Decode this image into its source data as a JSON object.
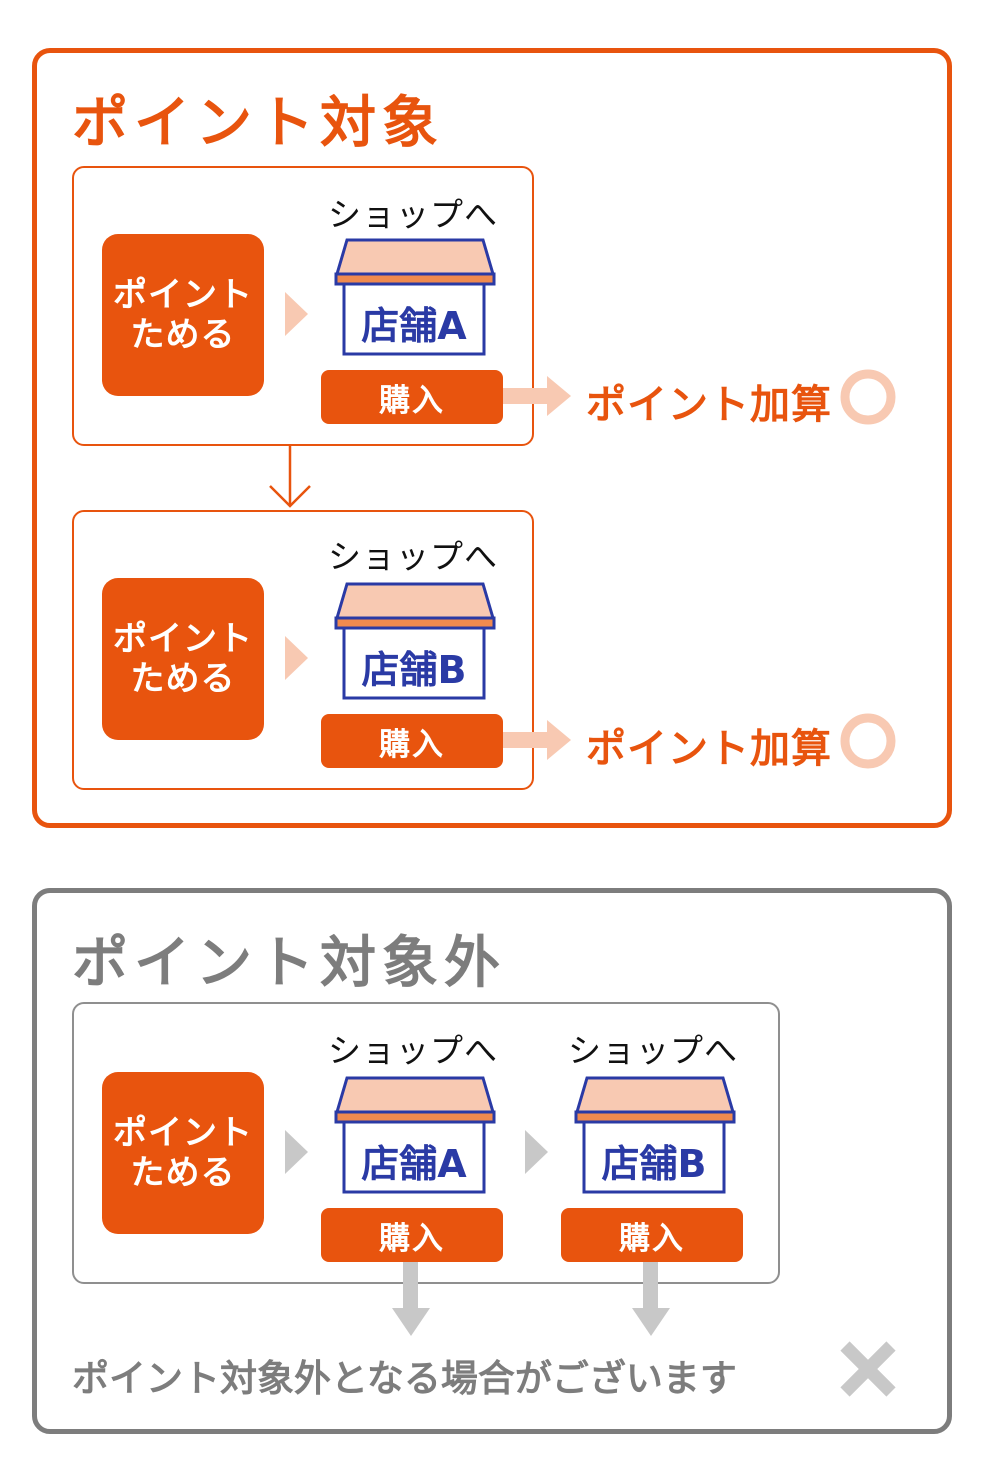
{
  "colors": {
    "accent": "#e8540e",
    "accent_light": "#f8c9b2",
    "gray": "#7d7d7d",
    "gray_light": "#c8c8c8",
    "store_blue": "#2a3aa5"
  },
  "eligible": {
    "title": "ポイント対象",
    "flows": [
      {
        "tameru_label": "ポイント\nためる",
        "shop_label": "ショップへ",
        "store_name": "店舗A",
        "buy_label": "購入",
        "result_label": "ポイント加算",
        "result_icon": "circle-icon"
      },
      {
        "tameru_label": "ポイント\nためる",
        "shop_label": "ショップへ",
        "store_name": "店舗B",
        "buy_label": "購入",
        "result_label": "ポイント加算",
        "result_icon": "circle-icon"
      }
    ]
  },
  "ineligible": {
    "title": "ポイント対象外",
    "tameru_label": "ポイント\nためる",
    "stores": [
      {
        "shop_label": "ショップへ",
        "store_name": "店舗A",
        "buy_label": "購入"
      },
      {
        "shop_label": "ショップへ",
        "store_name": "店舗B",
        "buy_label": "購入"
      }
    ],
    "result_label": "ポイント対象外となる場合がございます",
    "result_icon": "cross-icon"
  }
}
